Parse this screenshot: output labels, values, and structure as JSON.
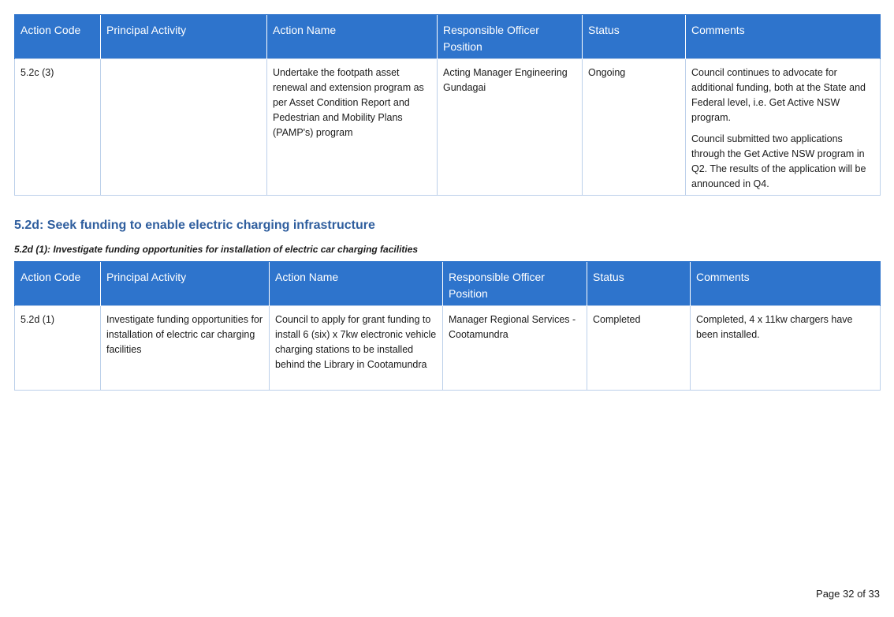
{
  "table1": {
    "headers": [
      "Action Code",
      "Principal Activity",
      "Action Name",
      "Responsible Officer Position",
      "Status",
      "Comments"
    ],
    "rows": [
      {
        "action_code": "5.2c (3)",
        "principal_activity": "",
        "action_name": "Undertake the footpath asset renewal and extension program as per Asset Condition Report and Pedestrian and Mobility Plans (PAMP's) program",
        "responsible_officer": "Acting Manager Engineering Gundagai",
        "status": "Ongoing",
        "comments": [
          "Council continues to advocate for additional funding, both at the State and Federal level, i.e. Get Active NSW program.",
          "Council submitted two applications through the Get Active NSW program in Q2. The results of the application will be announced in Q4."
        ]
      }
    ]
  },
  "section": {
    "heading": "5.2d: Seek funding to enable electric charging infrastructure",
    "subheading": "5.2d (1): Investigate funding opportunities for installation of electric car charging facilities"
  },
  "table2": {
    "headers": [
      "Action Code",
      "Principal Activity",
      "Action Name",
      "Responsible Officer Position",
      "Status",
      "Comments"
    ],
    "rows": [
      {
        "action_code": "5.2d (1)",
        "principal_activity": "Investigate funding opportunities for installation of electric car charging facilities",
        "action_name": "Council to apply for grant funding to install 6 (six) x 7kw electronic vehicle charging stations to be installed behind the Library in Cootamundra",
        "responsible_officer": "Manager Regional Services - Cootamundra",
        "status": "Completed",
        "comments": [
          "Completed, 4 x 11kw chargers have been installed."
        ]
      }
    ]
  },
  "footer": {
    "page_number": "Page 32 of 33"
  },
  "colors": {
    "header_bg": "#2e74cc",
    "heading_text": "#2f5e9e",
    "cell_border": "#bcd0ea"
  }
}
